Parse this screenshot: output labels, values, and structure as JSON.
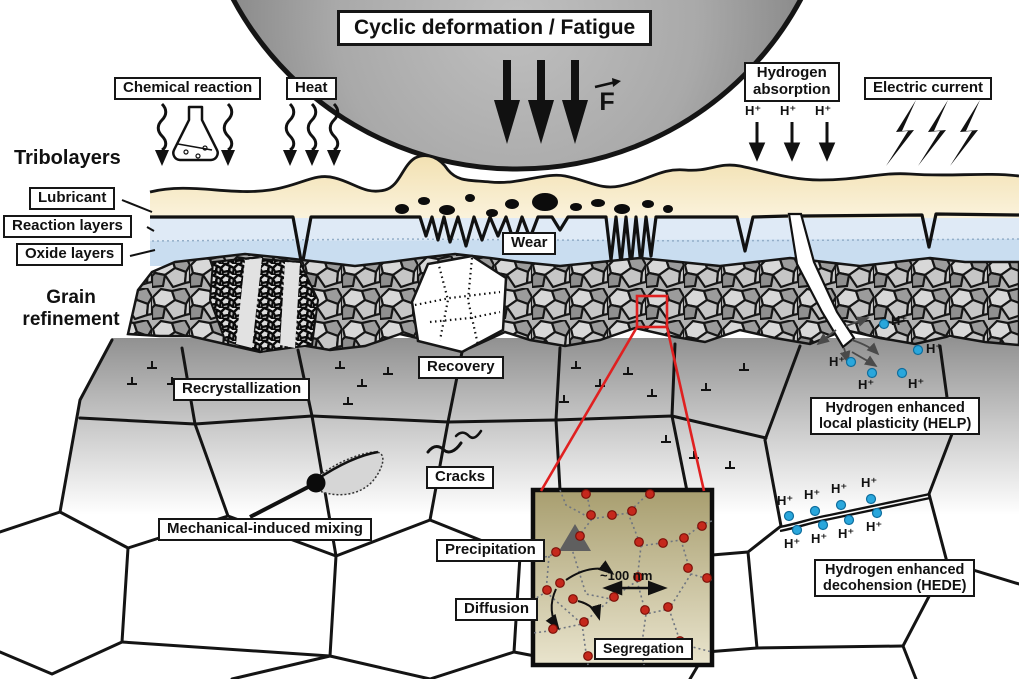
{
  "title": "Cyclic deformation / Fatigue",
  "force_label": "F",
  "symbols": {
    "hplus": "H⁺"
  },
  "external": {
    "chemical_reaction": "Chemical reaction",
    "heat": "Heat",
    "hydrogen_absorption_line1": "Hydrogen",
    "hydrogen_absorption_line2": "absorption",
    "electric_current": "Electric current"
  },
  "tribolayers": {
    "heading": "Tribolayers",
    "lubricant": "Lubricant",
    "reaction_layers": "Reaction layers",
    "oxide_layers": "Oxide layers",
    "wear": "Wear"
  },
  "subsurface": {
    "grain_refinement_line1": "Grain",
    "grain_refinement_line2": "refinement",
    "recrystallization": "Recrystallization",
    "recovery": "Recovery",
    "cracks": "Cracks",
    "mechanical_induced_mixing": "Mechanical-induced mixing"
  },
  "hydrogen_mechanisms": {
    "help_line1": "Hydrogen enhanced",
    "help_line2": "local plasticity (HELP)",
    "hede_line1": "Hydrogen enhanced",
    "hede_line2": "decohension (HEDE)"
  },
  "inset": {
    "precipitation": "Precipitation",
    "diffusion": "Diffusion",
    "segregation": "Segregation",
    "scale": "~100 nm"
  },
  "icons": {
    "chemical": "flask-icon",
    "heat": "wavy-arrow-icons",
    "load": "down-arrow-icons",
    "force": "force-vector-icon",
    "hydrogen": "hydrogen-ion-arrow-icons",
    "electric": "lightning-bolt-icons",
    "mixing": "smeared-particle-icon",
    "cracks": "crack-squiggle-icons",
    "precipitate": "triangle-precipitate-icon",
    "solute": "red-atom-icons"
  },
  "colors": {
    "lubricant": "#f3e2b6",
    "reaction_layer": "#dfeaf6",
    "oxide_layer": "#c9ddf0",
    "inset_background": "#b0a678",
    "highlight_red": "#e02020",
    "hydrogen_blue": "#2aa7dc",
    "solute_red": "#c5281c",
    "ball_gray": "#a8a8a8"
  }
}
